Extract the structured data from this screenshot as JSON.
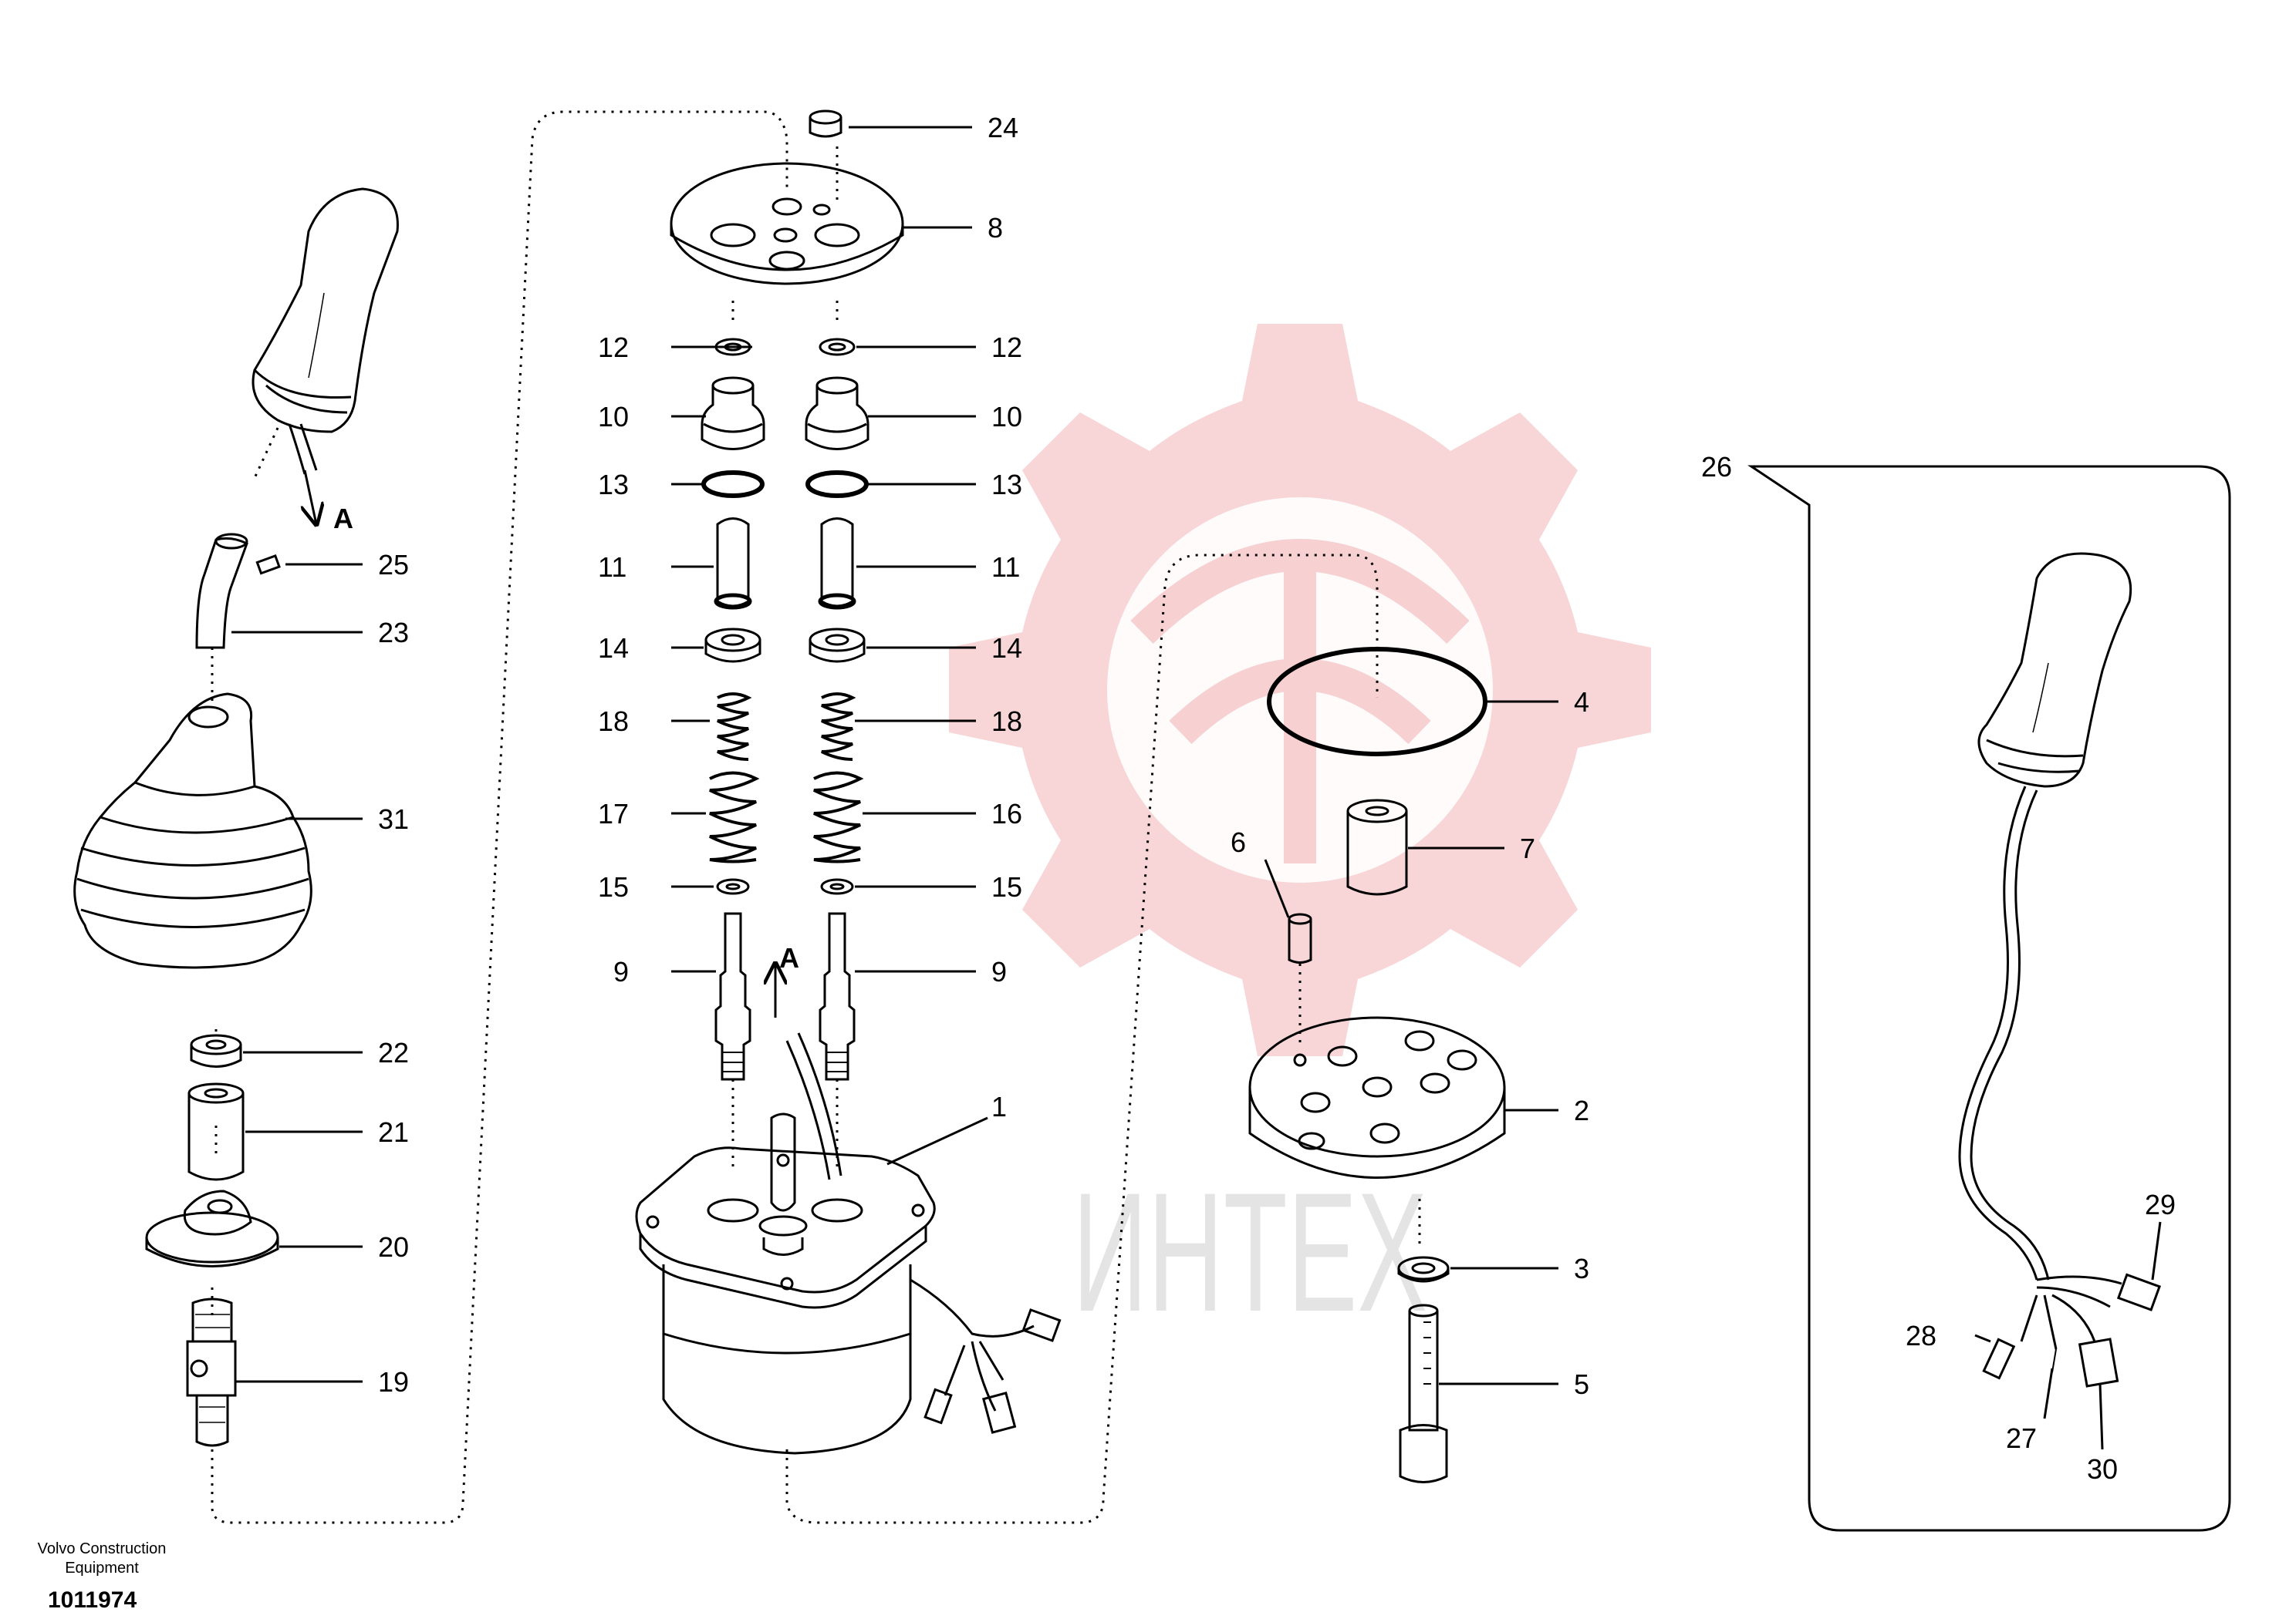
{
  "callouts": {
    "c1": "1",
    "c2": "2",
    "c3": "3",
    "c4": "4",
    "c5": "5",
    "c6": "6",
    "c7": "7",
    "c8": "8",
    "c9_left": "9",
    "c9_right": "9",
    "c10_left": "10",
    "c10_right": "10",
    "c11_left": "11",
    "c11_right": "11",
    "c12_left": "12",
    "c12_right": "12",
    "c13_left": "13",
    "c13_right": "13",
    "c14_left": "14",
    "c14_right": "14",
    "c15_left": "15",
    "c15_right": "15",
    "c16": "16",
    "c17": "17",
    "c18_left": "18",
    "c18_right": "18",
    "c19": "19",
    "c20": "20",
    "c21": "21",
    "c22": "22",
    "c23": "23",
    "c24": "24",
    "c25": "25",
    "c26": "26",
    "c27": "27",
    "c28": "28",
    "c29": "29",
    "c30": "30",
    "c31": "31"
  },
  "view_markers": {
    "arrow_top": "A",
    "arrow_center": "A"
  },
  "watermark": {
    "text": "ИНТЕХ",
    "gear_color": "#f4c4c6",
    "text_color": "#e6e6e6"
  },
  "footer": {
    "company_line1": "Volvo Construction",
    "company_line2": "Equipment",
    "drawing_number": "1011974"
  }
}
